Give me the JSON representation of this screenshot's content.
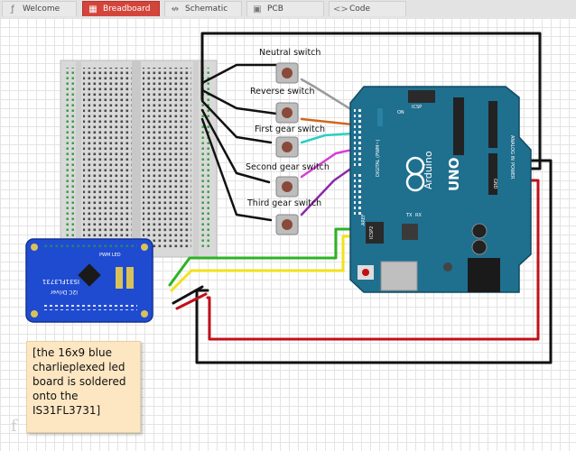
{
  "tabs": [
    {
      "label": "Welcome",
      "icon": "fritzing-f-icon",
      "active": false
    },
    {
      "label": "Breadboard",
      "icon": "breadboard-icon",
      "active": true
    },
    {
      "label": "Schematic",
      "icon": "schematic-icon",
      "active": false
    },
    {
      "label": "PCB",
      "icon": "pcb-icon",
      "active": false
    },
    {
      "label": "Code",
      "icon": "code-icon",
      "active": false
    }
  ],
  "switches": [
    "Neutral switch",
    "Reverse switch",
    "First gear switch",
    "Second gear switch",
    "Third gear switch"
  ],
  "note": "[the 16x9 blue charlieplexed led board is soldered onto the IS31FL3731]",
  "arduino": {
    "brand": "UNO",
    "sub": "Arduino",
    "power_labels": "POWER",
    "analog_labels": "ANALOG IN",
    "digital_labels": "DIGITAL (PWM~)",
    "icsp": "ICSP",
    "icsp2": "ICSP2",
    "reset": "RESET",
    "tx": "TX",
    "rx": "RX",
    "on": "ON",
    "aref": "AREF",
    "gnd": "GND"
  },
  "led_board": {
    "title": "IS31FL3731",
    "sub": "I2C Driver",
    "chip": "PWM LED"
  },
  "colors": {
    "arduino": "#1f6f8f",
    "board": "#1f4bd1",
    "wire_red": "#c0101a",
    "wire_black": "#111111",
    "wire_green": "#2db324",
    "wire_yellow": "#f2e21a",
    "wire_gray": "#9a9a9a",
    "wire_orange": "#d0661a",
    "wire_cyan": "#29d0c4",
    "wire_magenta": "#d63cd6",
    "wire_purple": "#8a2aa8",
    "active_tab": "#d3453b"
  },
  "logo": "f"
}
